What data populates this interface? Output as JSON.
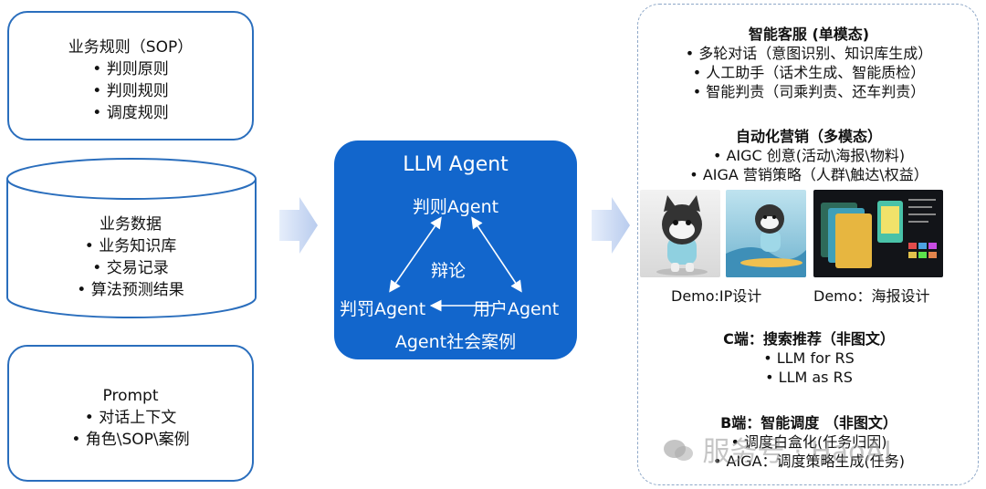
{
  "left": {
    "rules": {
      "title": "业务规则（SOP）",
      "items": [
        "判则原则",
        "判则规则",
        "调度规则"
      ]
    },
    "data": {
      "title": "业务数据",
      "items": [
        "业务知识库",
        "交易记录",
        "算法预测结果"
      ]
    },
    "prompt": {
      "title": "Prompt",
      "items": [
        "对话上下文",
        "角色\\SOP\\案例"
      ]
    }
  },
  "center": {
    "title": "LLM Agent",
    "judge_agent": "判则Agent",
    "debate": "辩论",
    "punish_agent": "判罚Agent",
    "user_agent": "用户Agent",
    "footer": "Agent社会案例"
  },
  "right": {
    "cs": {
      "title": "智能客服 (单模态)",
      "items": [
        "多轮对话（意图识别、知识库生成）",
        "人工助手（话术生成、智能质检）",
        "智能判责（司乘判责、还车判责）"
      ]
    },
    "marketing": {
      "title": "自动化营销（多模态）",
      "items": [
        "AIGC 创意(活动\\海报\\物料)",
        "AIGA 营销策略（人群\\触达\\权益）"
      ]
    },
    "demo_ip": "Demo:IP设计",
    "demo_poster": "Demo：海报设计",
    "c_side": {
      "title": "C端：搜索推荐（非图文）",
      "items": [
        "LLM for RS",
        "LLM as RS"
      ]
    },
    "b_side": {
      "title": "B端：智能调度 （非图文）",
      "items": [
        "调度白盒化(任务归因)",
        "AIGA：调度策略生成(任务)"
      ]
    }
  },
  "watermark": "服务号 · HaoAI",
  "colors": {
    "accent": "#1266cc",
    "border": "#2a6ebd",
    "arrow": "#c9d8f2"
  }
}
